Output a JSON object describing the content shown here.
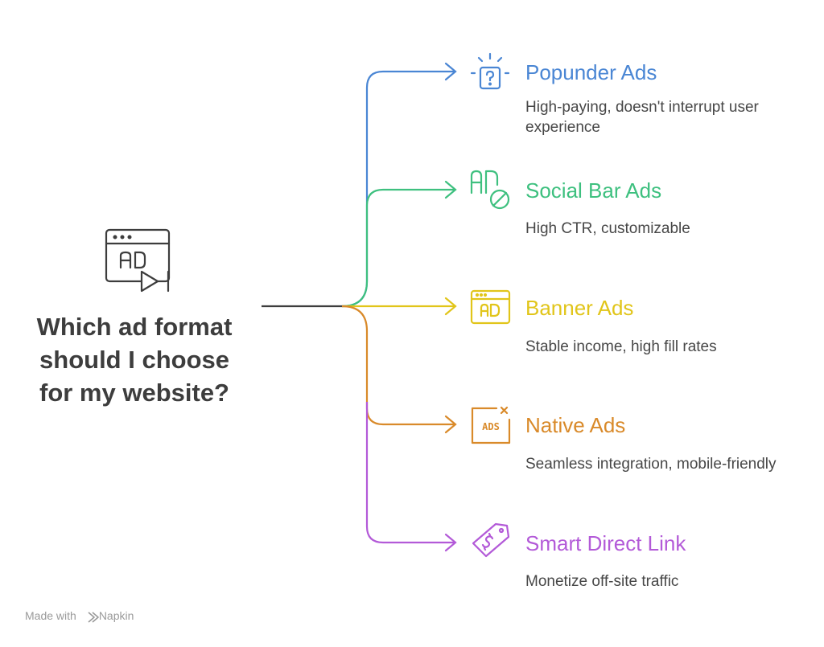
{
  "question": {
    "line1": "Which ad format",
    "line2": "should I choose",
    "line3": "for my website?"
  },
  "options": [
    {
      "title": "Popunder Ads",
      "description": "High-paying, doesn't interrupt user experience",
      "color": "#4a86d4",
      "icon": "popunder-question-icon"
    },
    {
      "title": "Social Bar Ads",
      "description": "High CTR, customizable",
      "color": "#3ec07f",
      "icon": "ad-blocked-icon"
    },
    {
      "title": "Banner Ads",
      "description": "Stable income, high fill rates",
      "color": "#e1c51a",
      "icon": "banner-ad-window-icon"
    },
    {
      "title": "Native Ads",
      "description": "Seamless integration, mobile-friendly",
      "color": "#d98a2a",
      "icon": "native-ads-box-icon"
    },
    {
      "title": "Smart Direct Link",
      "description": "Monetize off-site traffic",
      "color": "#b35ad8",
      "icon": "price-tag-icon"
    }
  ],
  "colors": {
    "stem": "#3d3d3d",
    "text": "#474747"
  },
  "footer": {
    "made_with": "Made with",
    "brand": "Napkin"
  }
}
